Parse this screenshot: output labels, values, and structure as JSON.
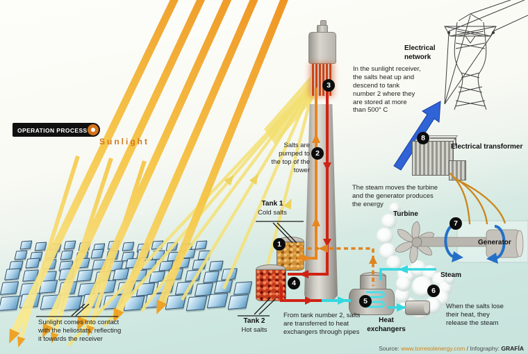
{
  "ribbon": {
    "label": "OPERATION PROCESS"
  },
  "sunlight_label": "Sunlight",
  "steps": [
    "1",
    "2",
    "3",
    "4",
    "5",
    "6",
    "7",
    "8"
  ],
  "annotations": {
    "receiver": "In the sunlight receiver, the salts heat up and descend to tank number 2 where they are stored at more than 500° C",
    "pumped": "Salts are pumped to the top of the tower",
    "steam_moves": "The steam moves the turbine and the generator produces the energy",
    "from_tank2": "From tank number 2, salts are transferred to heat exchangers through pipes",
    "salts_lose_heat": "When the salts lose their heat, they release the steam",
    "heliostats": "Sunlight comes into contact with the heliostats, reflecting it towards the receiver"
  },
  "labels": {
    "tank1": "Tank 1",
    "tank1_sub": "Cold salts",
    "tank2": "Tank 2",
    "tank2_sub": "Hot salts",
    "heat_exchangers": "Heat exchangers",
    "turbine": "Turbine",
    "generator": "Generator",
    "steam": "Steam",
    "electrical_transformer": "Electrical transformer",
    "electrical_network": "Electrical network"
  },
  "source": {
    "prefix": "Source:",
    "url": "www.torresolenergy.com",
    "separator": "/",
    "infography": "Infography:",
    "credit": "GRAFÍA"
  },
  "colors": {
    "accent_orange": "#e0821c",
    "pipe_red": "#cf2212",
    "pipe_cyan": "#35d8e0",
    "arrow_blue": "#2f63d6",
    "heliostat_blue": "#79b4d9"
  }
}
